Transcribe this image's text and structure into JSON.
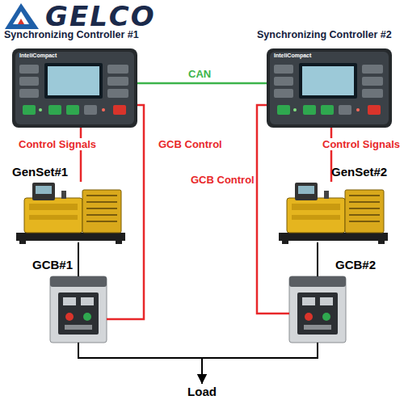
{
  "diagram": {
    "nodes": [
      {
        "text": [
          "Synchronizing Controller #1"
        ]
      },
      {
        "text": [
          "Synchronizing Controller #2"
        ]
      },
      {
        "text": [
          "GenSet#1"
        ]
      },
      {
        "text": [
          "GenSet#2"
        ]
      },
      {
        "text": [
          "GCB#1"
        ]
      },
      {
        "text": [
          "GCB#2"
        ]
      },
      {
        "text": [
          "Load"
        ]
      }
    ],
    "edges": [
      {
        "from": 0,
        "to": 1,
        "label": "CAN",
        "arrow": "none"
      },
      {
        "from": 0,
        "to": 2,
        "label": "Control Signals",
        "arrow": "none"
      },
      {
        "from": 0,
        "to": 4,
        "label": "GCB Control",
        "arrow": "none"
      },
      {
        "from": 1,
        "to": 3,
        "label": "Control Signals",
        "arrow": "none"
      },
      {
        "from": 1,
        "to": 5,
        "label": "GCB Control",
        "arrow": "none"
      },
      {
        "from": 2,
        "to": 4,
        "arrow": "none"
      },
      {
        "from": 3,
        "to": 5,
        "arrow": "none"
      },
      {
        "from": 4,
        "to": 6,
        "arrow": "to"
      },
      {
        "from": 5,
        "to": 6,
        "arrow": "to"
      }
    ],
    "labels": [
      "GELCO",
      "InteliCompact",
      "InteliCompact"
    ]
  }
}
